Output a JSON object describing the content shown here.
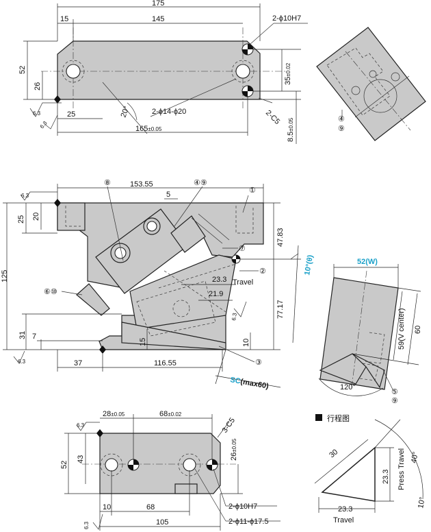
{
  "top_view": {
    "d175": "175",
    "d145": "145",
    "d15": "15",
    "d52": "52",
    "d26": "26",
    "d25": "25",
    "d165": "165",
    "d165_tol": "±0.05",
    "d35": "35",
    "d35_tol": "±0.02",
    "d8_5": "8.5",
    "d8_5_tol": "±0.05",
    "holes_h7": "2-ϕ10H7",
    "holes_cb": "2-ϕ14-ϕ20",
    "chamfer": "2-C5",
    "angle20": "20°",
    "rough1": "6.3",
    "rough2": "6.3",
    "callout_a": "④",
    "callout_b": "⑨"
  },
  "front_view": {
    "d153_55": "153.55",
    "d25": "25",
    "d20": "20",
    "d125": "125",
    "d31": "31",
    "d7": "7",
    "d37": "37",
    "d116_55": "116.55",
    "d15": "15",
    "d10": "10",
    "d47_83": "47.83",
    "d77_17": "77.17",
    "d23_3": "23.3",
    "travel": "Travel",
    "d21_9": "21.9",
    "d5": "5",
    "angle10": "10°",
    "theta": "(θ)",
    "sc": "SC",
    "sc_max": "(max60)",
    "rough_a": "6.3",
    "rough_b": "6.3",
    "rough_c": "6.3",
    "c1": "①",
    "c2": "②",
    "c3": "③",
    "c49": "④⑨",
    "c7": "⑦",
    "c8": "⑧",
    "c610": "⑥⑩"
  },
  "side_view": {
    "w52": "52",
    "w_label": "(W)",
    "d59": "59(V center)",
    "d60": "60",
    "angle120": "120°",
    "c5": "⑤",
    "c9": "⑨"
  },
  "bottom_view": {
    "d28": "28",
    "d28_tol": "±0.05",
    "d68": "68",
    "d68_tol": "±0.02",
    "chamfer": "3-C5",
    "d52": "52",
    "d43": "43",
    "d26": "26",
    "d26_tol": "±0.05",
    "d10": "10",
    "d68b": "68",
    "d105": "105",
    "holes_h7": "2-ϕ10H7",
    "holes_cb": "2-ϕ11-ϕ17.5",
    "rough1": "6.3",
    "rough2": "6.3"
  },
  "stroke_diagram": {
    "title": "行程图",
    "d30": "30",
    "d23_3v": "23.3",
    "press_travel": "Press Travel",
    "d23_3h": "23.3",
    "travel": "Travel",
    "angle40": "40°",
    "angle10": "10°"
  }
}
